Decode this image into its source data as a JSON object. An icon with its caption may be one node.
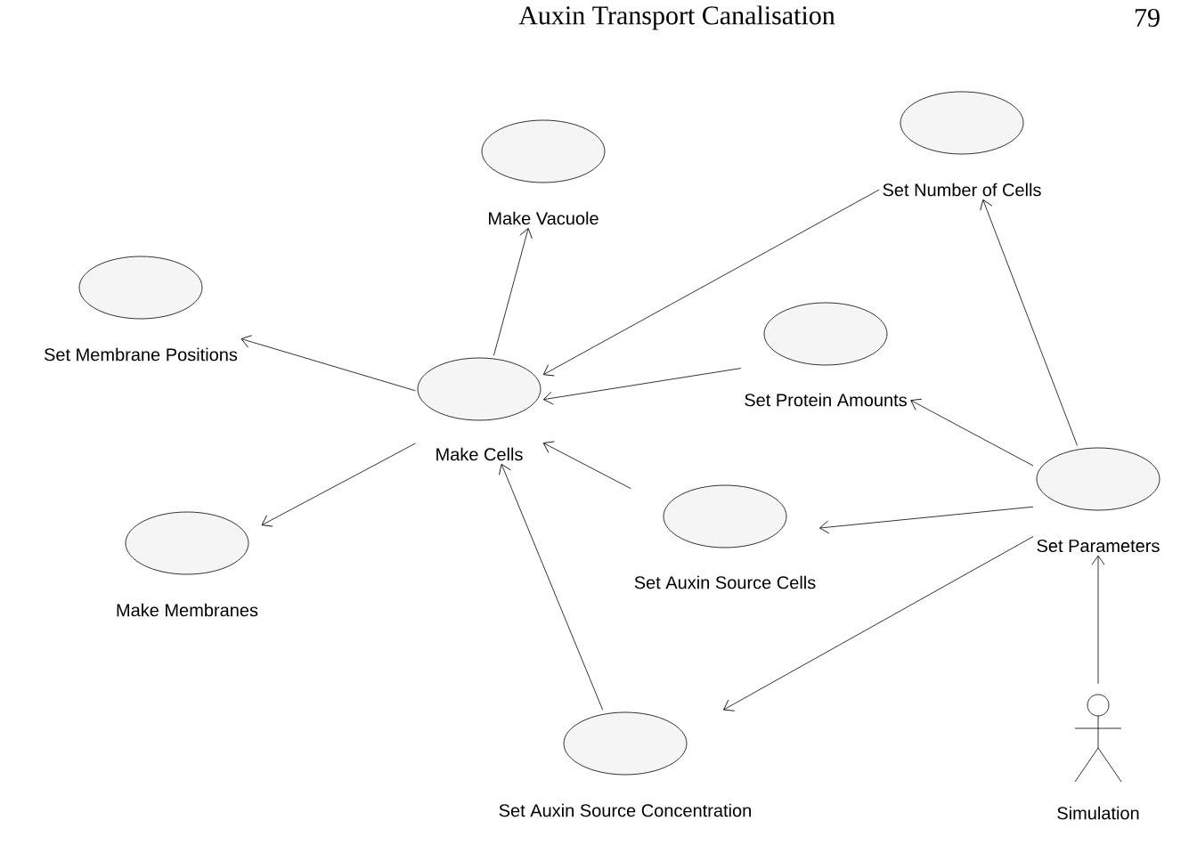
{
  "diagram": {
    "title": "Auxin Transport Canalisation",
    "nodes": [
      {
        "text": [
          "Make Vacuole"
        ]
      },
      {
        "text": [
          "Set Number of Cells"
        ]
      },
      {
        "text": [
          "Set Membrane Positions"
        ]
      },
      {
        "text": [
          "Make Cells"
        ]
      },
      {
        "text": [
          "Set Protein Amounts"
        ]
      },
      {
        "text": [
          "Set Parameters"
        ]
      },
      {
        "text": [
          "Set Auxin Source Cells"
        ]
      },
      {
        "text": [
          "Make Membranes"
        ]
      },
      {
        "text": [
          "Set Auxin Source Concentration"
        ]
      },
      {
        "text": [
          "Simulation"
        ]
      }
    ],
    "edges": [
      {
        "from": 3,
        "to": 0,
        "arrow": "to"
      },
      {
        "from": 3,
        "to": 2,
        "arrow": "to"
      },
      {
        "from": 3,
        "to": 7,
        "arrow": "to"
      },
      {
        "from": 1,
        "to": 3,
        "arrow": "to"
      },
      {
        "from": 4,
        "to": 3,
        "arrow": "to"
      },
      {
        "from": 6,
        "to": 3,
        "arrow": "to"
      },
      {
        "from": 8,
        "to": 3,
        "arrow": "to"
      },
      {
        "from": 5,
        "to": 1,
        "arrow": "to"
      },
      {
        "from": 5,
        "to": 4,
        "arrow": "to"
      },
      {
        "from": 5,
        "to": 6,
        "arrow": "to"
      },
      {
        "from": 5,
        "to": 8,
        "arrow": "to"
      },
      {
        "from": 9,
        "to": 5,
        "arrow": "to"
      }
    ],
    "labels": [
      "79"
    ]
  }
}
